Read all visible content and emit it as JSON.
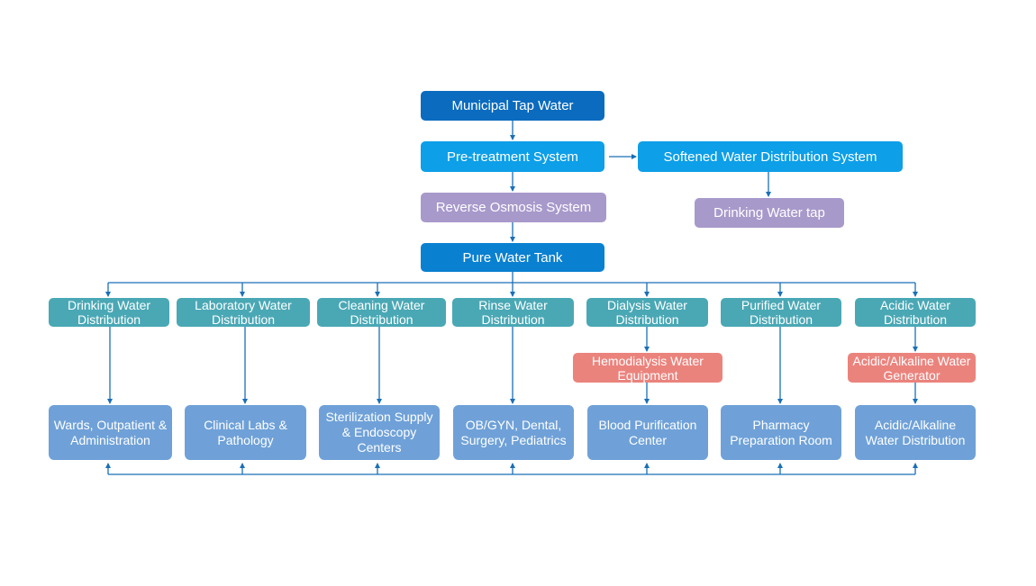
{
  "main_chain": {
    "tap_water": "Municipal Tap Water",
    "pretreatment": "Pre-treatment System",
    "reverse_osmosis": "Reverse Osmosis System",
    "pure_tank": "Pure Water Tank"
  },
  "softened_branch": {
    "softened": "Softened Water Distribution System",
    "drinking_tap": "Drinking Water tap"
  },
  "distribution": [
    {
      "label": "Drinking Water Distribution"
    },
    {
      "label": "Laboratory Water Distribution"
    },
    {
      "label": "Cleaning Water Distribution"
    },
    {
      "label": "Rinse Water Distribution"
    },
    {
      "label": "Dialysis Water Distribution"
    },
    {
      "label": "Purified Water Distribution"
    },
    {
      "label": "Acidic Water Distribution"
    }
  ],
  "equipment": {
    "hemodialysis": "Hemodialysis Water Equipment",
    "acidic_generator": "Acidic/Alkaline Water Generator"
  },
  "destinations": [
    {
      "label": "Wards, Outpatient & Administration"
    },
    {
      "label": "Clinical Labs & Pathology"
    },
    {
      "label": "Sterilization Supply & Endoscopy Centers"
    },
    {
      "label": "OB/GYN, Dental, Surgery, Pediatrics"
    },
    {
      "label": "Blood Purification Center"
    },
    {
      "label": "Pharmacy Preparation Room"
    },
    {
      "label": "Acidic/Alkaline Water Distribution"
    }
  ],
  "colors": {
    "dark_blue": "#0a6bbf",
    "light_blue": "#0d9fe8",
    "purple": "#a899cb",
    "teal": "#4aa8b5",
    "salmon": "#eb837d",
    "steel_blue": "#6fa1d8",
    "connector": "#1a6fb8"
  }
}
